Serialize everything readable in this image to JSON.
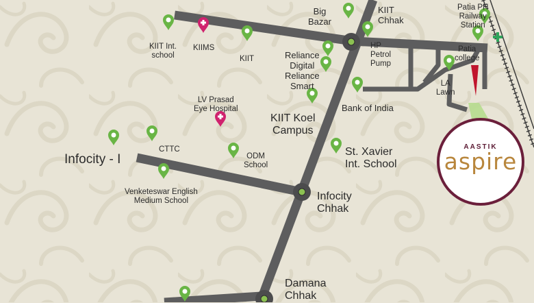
{
  "colors": {
    "background": "#e8e4d6",
    "road": "#5d5d5e",
    "pin_green": "#69b545",
    "pin_pink": "#d0226e",
    "logo_ring": "#6b1f3b",
    "logo_text": "#b8863c"
  },
  "labels": {
    "big_bazar": "Big\nBazar",
    "kiit_chhak": "KIIT\nChhak",
    "patia_railway": "Patia PH\nRailway\nStation",
    "kiit_int_school": "KIIT Int.\nschool",
    "kiims": "KIIMS",
    "kiit": "KIIT",
    "reliance": "Reliance\nDigital\nReliance\nSmart",
    "hp_petrol": "HP\nPetrol\nPump",
    "patia_college": "Patia\ncollege",
    "la_lawn": "LA\nLawn",
    "bank_of_india": "Bank of India",
    "lv_prasad": "LV Prasad\nEye Hospital",
    "kiit_koel": "KIIT Koel\nCampus",
    "cttc": "CTTC",
    "infocity_1": "Infocity - I",
    "odm_school": "ODM\nSchool",
    "st_xavier": "St. Xavier\nInt. School",
    "venketeswar": "Venketeswar English\nMedium School",
    "infocity_chhak": "Infocity\nChhak",
    "damana_chhak": "Damana\nChhak"
  },
  "logo": {
    "top": "AASTIK",
    "main": "aspire"
  },
  "icons": {
    "green_pin": "map-pin-icon",
    "hospital_pin": "hospital-pin-icon",
    "railway_cross": "railway-cross-icon"
  }
}
